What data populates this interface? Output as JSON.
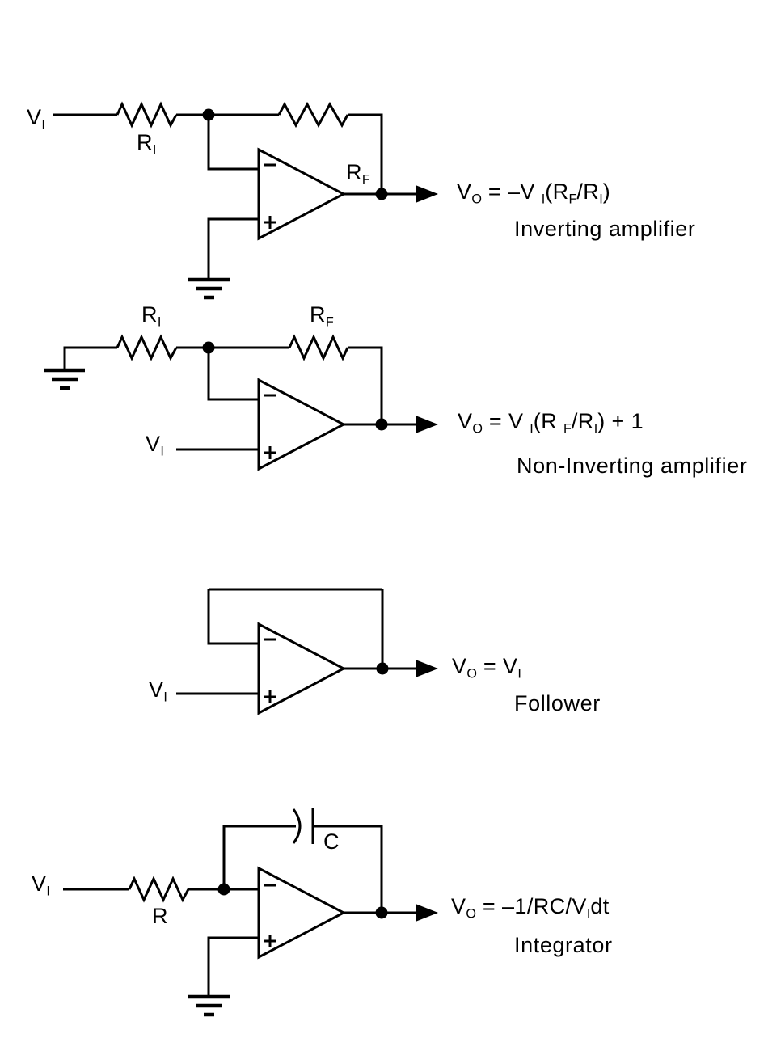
{
  "diagram": {
    "background": "#ffffff",
    "ink": "#000000",
    "icons": {
      "opamp": "triangle-right-opamp",
      "resistor": "zigzag-resistor",
      "capacitor": "curved-plate-capacitor",
      "ground": "three-bar-ground",
      "output_arrow": "filled-right-arrow",
      "junction": "filled-dot"
    }
  },
  "circuits": [
    {
      "caption": "Inverting amplifier",
      "formula": [
        {
          "t": "V"
        },
        {
          "t": "O",
          "sub": true
        },
        {
          "t": " = –V "
        },
        {
          "t": "I",
          "sub": true
        },
        {
          "t": "(R"
        },
        {
          "t": "F",
          "sub": true
        },
        {
          "t": "/R"
        },
        {
          "t": "I",
          "sub": true
        },
        {
          "t": ")"
        }
      ],
      "labels": {
        "input": [
          {
            "t": "V"
          },
          {
            "t": "I",
            "sub": true
          }
        ],
        "r_input": [
          {
            "t": "R"
          },
          {
            "t": "I",
            "sub": true
          }
        ],
        "r_feedback": [
          {
            "t": "R"
          },
          {
            "t": "F",
            "sub": true
          }
        ]
      },
      "opamp": {
        "inverting_input": "−",
        "noninverting_input": "+"
      }
    },
    {
      "caption": "Non-Inverting amplifier",
      "formula": [
        {
          "t": "V"
        },
        {
          "t": "O",
          "sub": true
        },
        {
          "t": " = V "
        },
        {
          "t": "I",
          "sub": true
        },
        {
          "t": "(R "
        },
        {
          "t": "F",
          "sub": true
        },
        {
          "t": "/R"
        },
        {
          "t": "I",
          "sub": true
        },
        {
          "t": ") + 1"
        }
      ],
      "labels": {
        "input": [
          {
            "t": "V"
          },
          {
            "t": "I",
            "sub": true
          }
        ],
        "r_input": [
          {
            "t": "R"
          },
          {
            "t": "I",
            "sub": true
          }
        ],
        "r_feedback": [
          {
            "t": "R"
          },
          {
            "t": "F",
            "sub": true
          }
        ]
      },
      "opamp": {
        "inverting_input": "−",
        "noninverting_input": "+"
      }
    },
    {
      "caption": "Follower",
      "formula": [
        {
          "t": "V"
        },
        {
          "t": "O",
          "sub": true
        },
        {
          "t": " = V"
        },
        {
          "t": "I",
          "sub": true
        }
      ],
      "labels": {
        "input": [
          {
            "t": "V"
          },
          {
            "t": "I",
            "sub": true
          }
        ]
      },
      "opamp": {
        "inverting_input": "−",
        "noninverting_input": "+"
      }
    },
    {
      "caption": "Integrator",
      "formula": [
        {
          "t": "V"
        },
        {
          "t": "O",
          "sub": true
        },
        {
          "t": " = –1/RC/V"
        },
        {
          "t": "I",
          "sub": true
        },
        {
          "t": "dt"
        }
      ],
      "labels": {
        "input": [
          {
            "t": "V"
          },
          {
            "t": "I",
            "sub": true
          }
        ],
        "r": [
          {
            "t": "R"
          }
        ],
        "c": [
          {
            "t": "C"
          }
        ]
      },
      "opamp": {
        "inverting_input": "−",
        "noninverting_input": "+"
      }
    }
  ]
}
